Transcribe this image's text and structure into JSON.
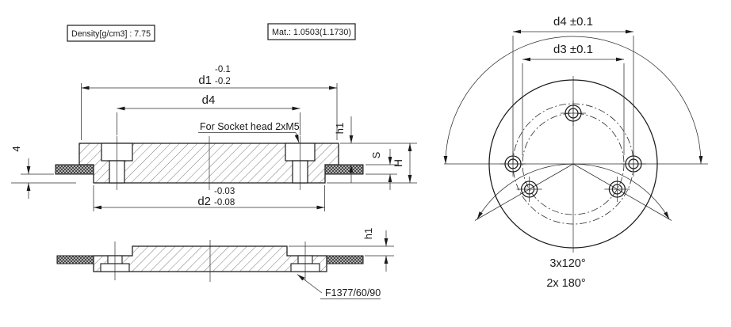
{
  "drawing": {
    "density_note": "Density[g/cm3] : 7.75",
    "material_note": "Mat.: 1.0503(1.1730)",
    "section_view": {
      "d1_label": "d1",
      "d1_tol_upper": "-0.1",
      "d1_tol_lower": "-0.2",
      "d4_label": "d4",
      "socket_note": "For Socket head 2xM5",
      "d2_label": "d2",
      "d2_tol_upper": "-0.03",
      "d2_tol_lower": "-0.08",
      "h1_label": "h1",
      "s_label": "S",
      "h_label": "H",
      "seal_offset_label": "4"
    },
    "flipped_section_view": {
      "h1_label": "h1",
      "seal_part_note": "F1377/60/90"
    },
    "front_view": {
      "d4_label": "d4 ±0.1",
      "d3_label": "d3 ±0.1",
      "bolt_pattern_3x": "3x120°",
      "bolt_pattern_2x": "2x 180°"
    }
  }
}
